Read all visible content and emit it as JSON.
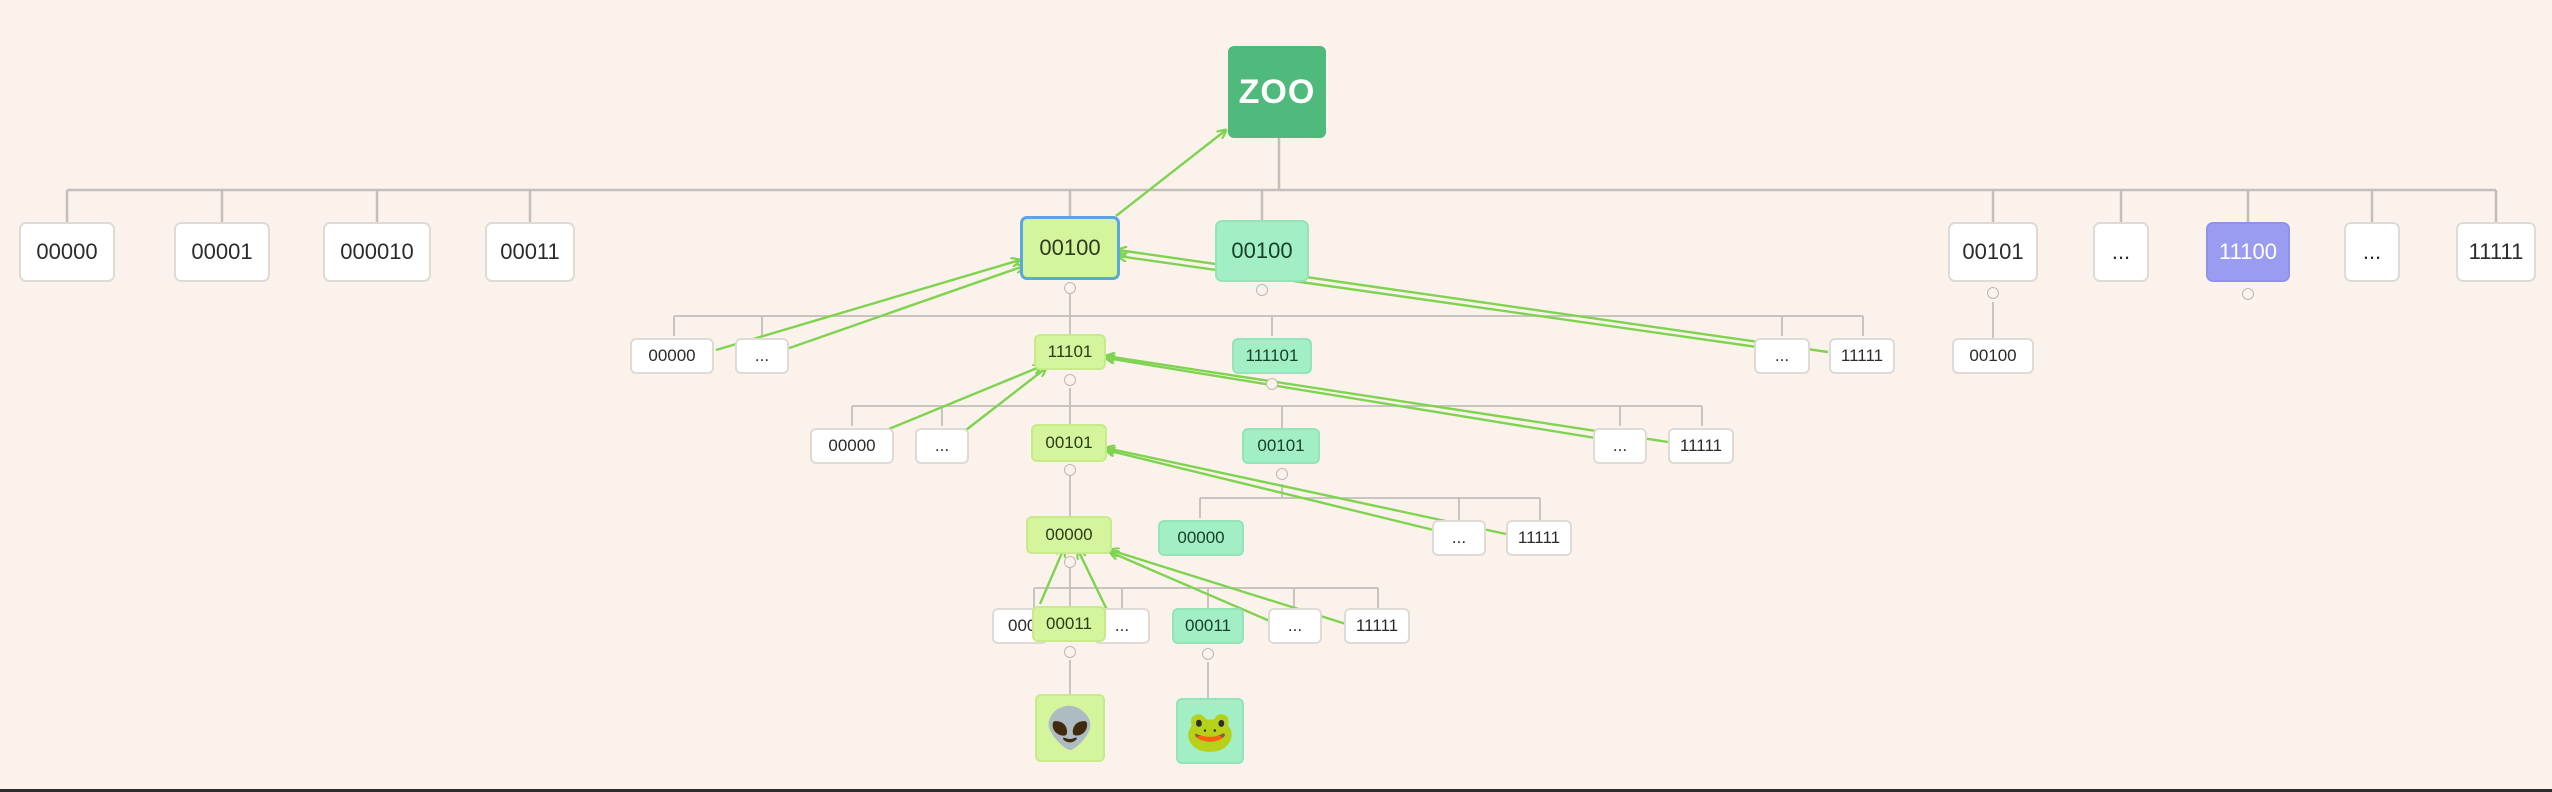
{
  "root": {
    "label": "ZOO"
  },
  "level1": {
    "n00000": "00000",
    "n00001": "00001",
    "n000010": "000010",
    "n00011": "00011",
    "n00100_selected": "00100",
    "n00100_mint": "00100",
    "n00101": "00101",
    "ellipsis_a": "...",
    "n11100": "11100",
    "ellipsis_b": "...",
    "n11111": "11111"
  },
  "level2": {
    "n00000": "00000",
    "ellipsis_a": "...",
    "n11101_lime": "11101",
    "n111101_mint": "111101",
    "ellipsis_b": "...",
    "n11111": "11111",
    "n00100_under_00101": "00100"
  },
  "level3": {
    "n00000": "00000",
    "ellipsis_a": "...",
    "n00101_lime": "00101",
    "n00101_mint": "00101",
    "ellipsis_b": "...",
    "n11111": "11111"
  },
  "level4": {
    "n00000_lime": "00000",
    "n00000_mint": "00000",
    "ellipsis": "...",
    "n11111": "11111"
  },
  "level5": {
    "n00000_partial": "00000",
    "n00011_lime": "00011",
    "ellipsis_a": "...",
    "n00011_mint": "00011",
    "ellipsis_b": "...",
    "n11111": "11111"
  },
  "leaves": {
    "alien": "👽",
    "frog": "🐸"
  },
  "colors": {
    "background": "#fbf2ec",
    "root": "#4fba7b",
    "lime": "#d4f59b",
    "mint": "#a3efc5",
    "violet": "#9a9cf2",
    "arrow": "#7ed34f",
    "connector": "#c3bebb",
    "selected_border": "#5aa7de"
  }
}
